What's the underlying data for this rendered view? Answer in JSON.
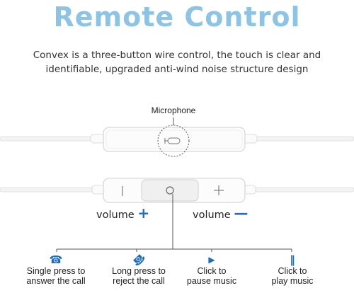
{
  "title": "Remote Control",
  "description": "Convex is a three-button wire control, the touch is clear and identifiable, upgraded anti-wind noise structure design",
  "microphone_label": "Microphone",
  "volume_up": {
    "text": "volume",
    "sign": "+"
  },
  "volume_down": {
    "text": "volume",
    "sign": "—"
  },
  "actions": [
    {
      "icon": "phone-answer-icon",
      "glyph": "☎",
      "text": "Single press to\nanswer the call"
    },
    {
      "icon": "phone-hangup-icon",
      "glyph": "☎",
      "text": "Long press to\nreject the call"
    },
    {
      "icon": "play-icon",
      "glyph": "▶",
      "text": "Click to\npause music"
    },
    {
      "icon": "pause-icon",
      "glyph": "‖",
      "text": "Click to\nplay music"
    }
  ],
  "colors": {
    "title": "#8cc4e6",
    "accent": "#1e6cc4",
    "line": "#555555"
  }
}
